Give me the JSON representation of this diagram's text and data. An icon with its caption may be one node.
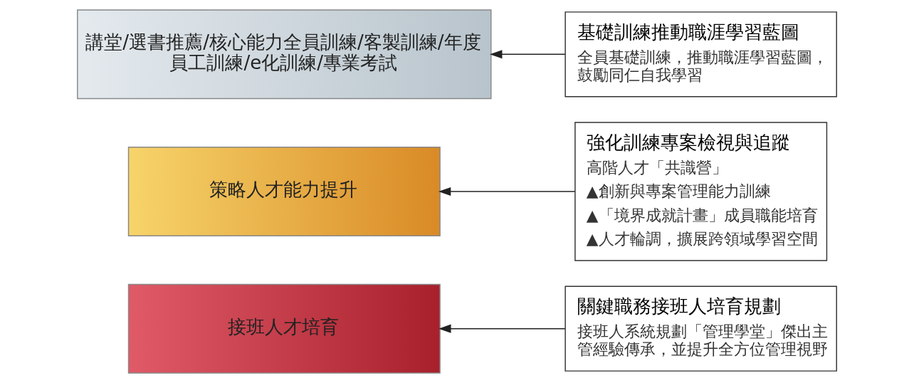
{
  "diagram": {
    "nodes": [
      {
        "text": [
          "接班人才培育"
        ]
      },
      {
        "text": [
          "策略人才能力提升"
        ]
      },
      {
        "text": [
          "講堂/選書推薦/核心能力全員訓練/客製訓練/年度員工訓練/e化訓練/專業考試"
        ]
      },
      {
        "text": [
          "關鍵職務接班人培育規劃",
          "接班人系統規劃「管理學堂」傑出主管經驗傳承，並提升全方位管理視野"
        ]
      },
      {
        "text": [
          "強化訓練專案檢視與追蹤",
          "高階人才「共識營」",
          "▲創新與專案管理能力訓練",
          "▲「境界成就計畫」成員職能培育",
          "▲人才輪調，擴展跨領域學習空間"
        ]
      },
      {
        "text": [
          "基礎訓練推動職涯學習藍圖",
          "全員基礎訓練，推動職涯學習藍圖，鼓勵同仁自我學習"
        ]
      }
    ],
    "edges": [
      {
        "from": 3,
        "to": 0,
        "arrow": "to"
      },
      {
        "from": 4,
        "to": 1,
        "arrow": "to"
      },
      {
        "from": 5,
        "to": 2,
        "arrow": "to"
      }
    ]
  }
}
